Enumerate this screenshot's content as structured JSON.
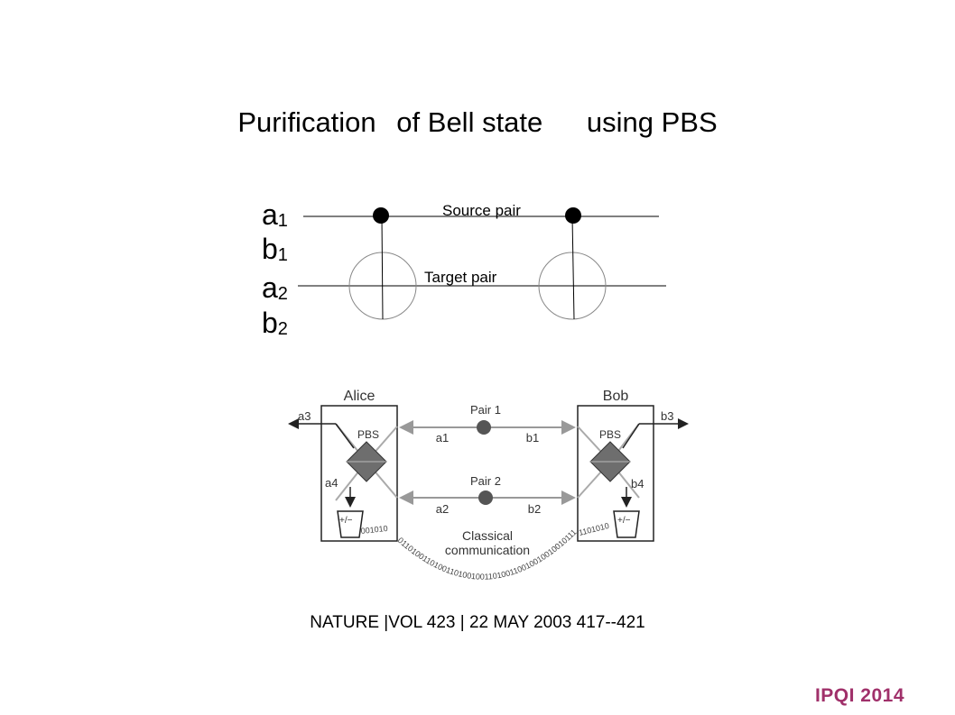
{
  "slide": {
    "title_part1": "Purification",
    "title_part2": "of Bell state",
    "title_part3": "using PBS",
    "citation": "NATURE |VOL 423 | 22 MAY 2003 417--421",
    "footer": "IPQI 2014"
  },
  "circuit": {
    "qubits": [
      {
        "letter": "a",
        "index": "1"
      },
      {
        "letter": "b",
        "index": "1"
      },
      {
        "letter": "a",
        "index": "2"
      },
      {
        "letter": "b",
        "index": "2"
      }
    ],
    "source_label": "Source pair",
    "target_label": "Target pair"
  },
  "figure": {
    "alice": "Alice",
    "bob": "Bob",
    "pbs": "PBS",
    "pair1": "Pair 1",
    "pair2": "Pair 2",
    "a1": "a1",
    "b1": "b1",
    "a2": "a2",
    "b2": "b2",
    "a3": "a3",
    "b3": "b3",
    "a4": "a4",
    "b4": "b4",
    "detector_sign": "+/−",
    "classical_line1": "Classical",
    "classical_line2": "communication",
    "bits_left": "001010",
    "bits_right": "1101010",
    "bits_arc": "0110100110100110100100110100110010010010010111"
  }
}
